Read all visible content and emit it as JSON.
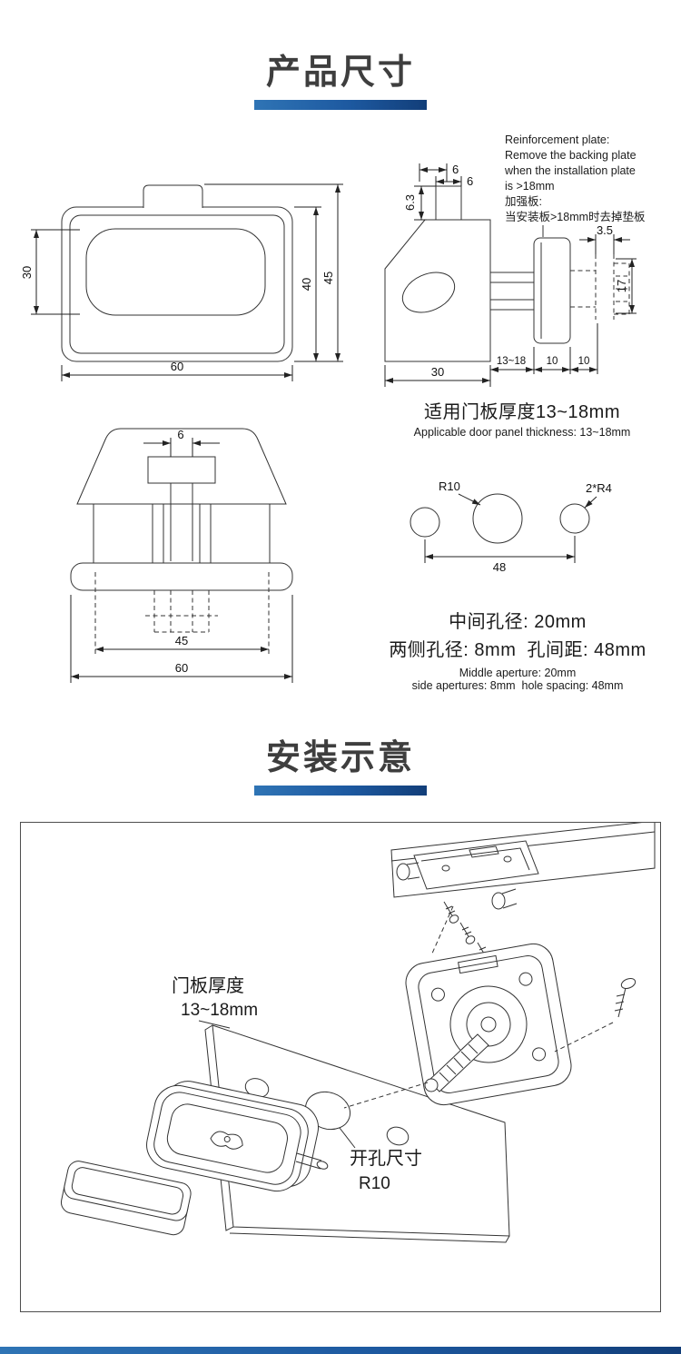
{
  "colors": {
    "accent_blue_light": "#2f74b5",
    "accent_blue_dark": "#123e79"
  },
  "sections": {
    "product": {
      "title": "产品尺寸"
    },
    "install": {
      "title": "安装示意"
    }
  },
  "notes": {
    "reinforcement": [
      "Reinforcement plate:",
      "Remove the backing plate",
      "when the installation plate",
      "is >18mm",
      "加强板:",
      "当安装板>18mm时去掉垫板"
    ],
    "door_thickness_cn": "适用门板厚度13~18mm",
    "door_thickness_en": "Applicable door panel thickness: 13~18mm",
    "hole_cn_line1": "中间孔径: 20mm",
    "hole_cn_line2": "两侧孔径: 8mm  孔间距: 48mm",
    "hole_en_line1": "Middle aperture: 20mm",
    "hole_en_line2": "side apertures: 8mm  hole spacing: 48mm"
  },
  "dims": {
    "front": {
      "h30": "30",
      "w60": "60",
      "h40": "40",
      "h45": "45"
    },
    "side": {
      "top6a": "6",
      "top6b": "6",
      "h63": "6.3",
      "w35": "3.5",
      "h17": "17",
      "w30": "30",
      "panel": "13~18",
      "p10a": "10",
      "p10b": "10"
    },
    "elev": {
      "w6": "6",
      "w45": "45",
      "w60": "60"
    },
    "holes": {
      "r10": "R10",
      "r4": "2*R4",
      "spacing": "48"
    }
  },
  "install_labels": {
    "door_line1": "门板厚度",
    "door_line2": "13~18mm",
    "hole_line1": "开孔尺寸",
    "hole_line2": "R10"
  }
}
